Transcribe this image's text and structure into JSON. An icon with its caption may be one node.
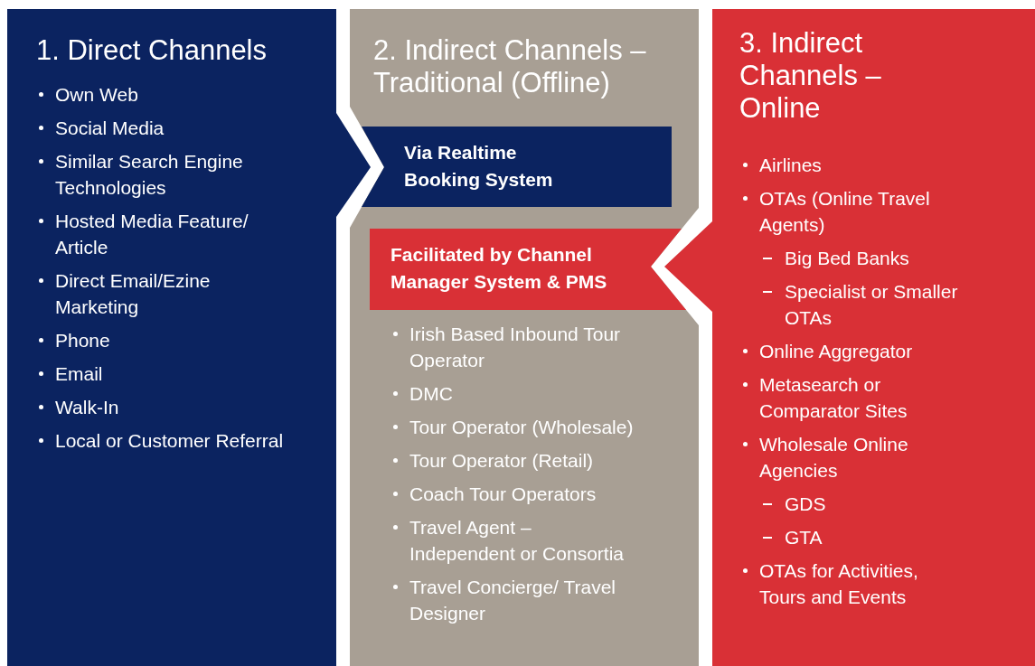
{
  "diagram": {
    "nodes": [
      {
        "text": [
          "1. Direct Channels",
          "Own Web",
          "Social Media",
          "Similar Search Engine Technologies",
          "Hosted Media Feature/ Article",
          "Direct Email/Ezine Marketing",
          "Phone",
          "Email",
          "Walk-In",
          "Local or Customer Referral"
        ]
      },
      {
        "text": [
          "2. Indirect Channels – Traditional (Offline)",
          "Irish Based Inbound Tour Operator",
          "DMC",
          "Tour Operator (Wholesale)",
          "Tour Operator (Retail)",
          "Coach Tour Operators",
          "Travel Agent – Independent or Consortia",
          "Travel Concierge/ Travel Designer"
        ]
      },
      {
        "text": [
          "Via Realtime Booking System"
        ],
        "in": 1
      },
      {
        "text": [
          "Facilitated by Channel Manager System & PMS"
        ],
        "in": 1
      },
      {
        "text": [
          "3. Indirect Channels – Online",
          "Airlines",
          "OTAs (Online Travel Agents)",
          "Big Bed Banks",
          "Specialist or Smaller OTAs",
          "Online Aggregator",
          "Metasearch or Comparator Sites",
          "Wholesale Online Agencies",
          "GDS",
          "GTA",
          "OTAs for Activities, Tours and Events"
        ]
      }
    ]
  }
}
